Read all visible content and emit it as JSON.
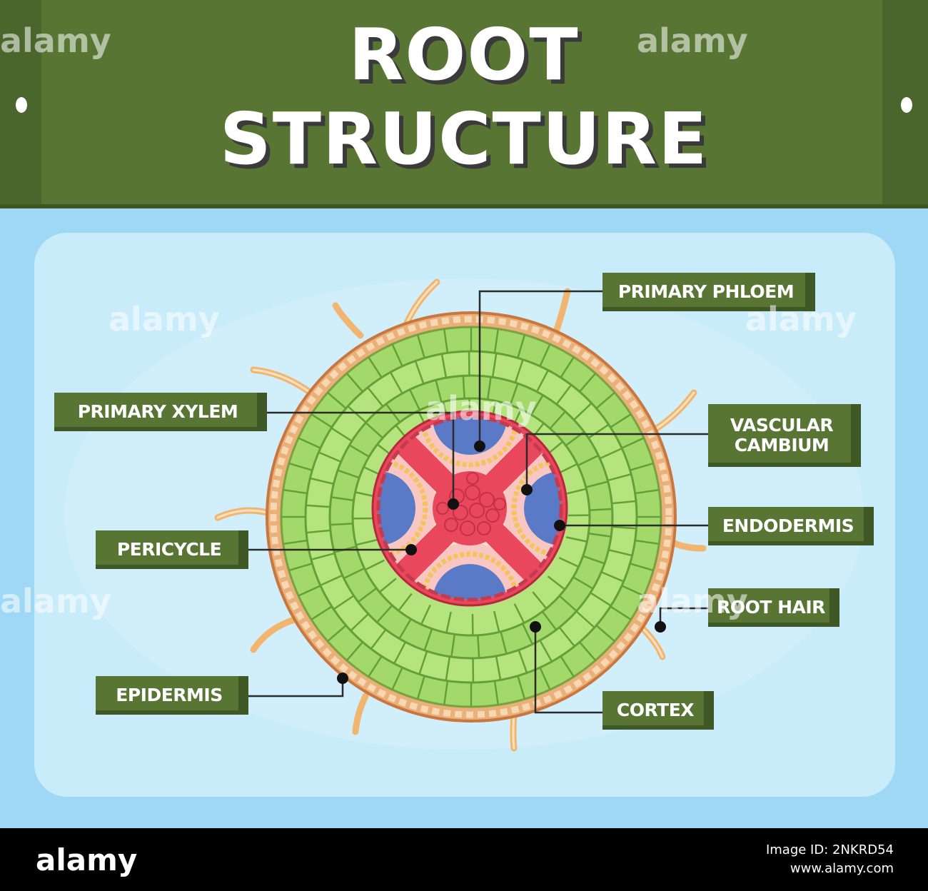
{
  "title_line1": "ROOT",
  "title_line2": "STRUCTURE",
  "labels": {
    "primary_phloem": "PRIMARY PHLOEM",
    "primary_xylem": "PRIMARY XYLEM",
    "vascular_cambium_1": "VASCULAR",
    "vascular_cambium_2": "CAMBIUM",
    "endodermis": "ENDODERMIS",
    "pericycle": "PERICYCLE",
    "root_hair": "ROOT HAIR",
    "epidermis": "EPIDERMIS",
    "cortex": "CORTEX"
  },
  "watermark": "alamy",
  "footer": {
    "brand": "alamy",
    "image_id": "Image ID: 2NKRD54",
    "site": "www.alamy.com"
  },
  "colors": {
    "header_green": "#587534",
    "background_blue": "#9fd8f5",
    "cortex_green": "#9fd770",
    "epidermis_orange": "#e9b07a",
    "stele_red": "#e8475c",
    "phloem_blue": "#5a7ac8"
  }
}
